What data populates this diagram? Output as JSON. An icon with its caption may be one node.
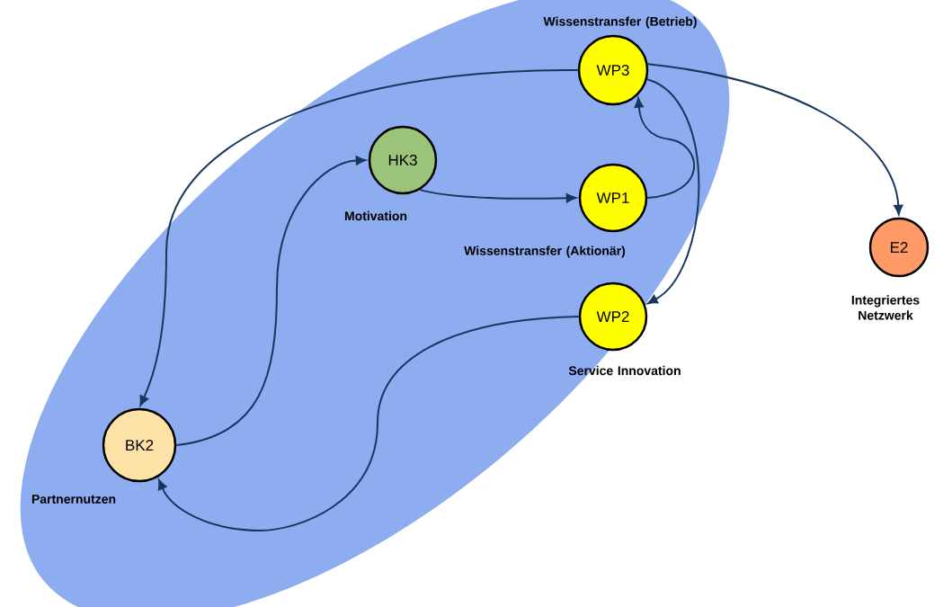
{
  "diagram": {
    "nodes": [
      {
        "text": [],
        "shape": "ellipse"
      },
      {
        "text": [
          "WP3"
        ],
        "beside": [
          "Wissenstransfer (Betrieb)"
        ],
        "in": 0
      },
      {
        "text": [
          "HK3"
        ],
        "beside": [
          "Motivation"
        ],
        "in": 0
      },
      {
        "text": [
          "WP1"
        ],
        "beside": [
          "Wissenstransfer (Aktionär)"
        ],
        "in": 0
      },
      {
        "text": [
          "WP2"
        ],
        "beside": [
          "Service Innovation"
        ],
        "in": 0
      },
      {
        "text": [
          "BK2"
        ],
        "beside": [
          "Partnernutzen"
        ],
        "in": 0
      },
      {
        "text": [
          "E2"
        ],
        "beside": [
          "Integriertes Netzwerk"
        ]
      }
    ],
    "edges": [
      {
        "from": 1,
        "to": 5,
        "arrow": "to"
      },
      {
        "from": 5,
        "to": 2,
        "arrow": "to"
      },
      {
        "from": 2,
        "to": 3,
        "arrow": "to"
      },
      {
        "from": 3,
        "to": 1,
        "arrow": "to"
      },
      {
        "from": 1,
        "to": 4,
        "arrow": "to"
      },
      {
        "from": 4,
        "to": 5,
        "arrow": "to"
      },
      {
        "from": 1,
        "to": 6,
        "arrow": "to"
      }
    ]
  }
}
